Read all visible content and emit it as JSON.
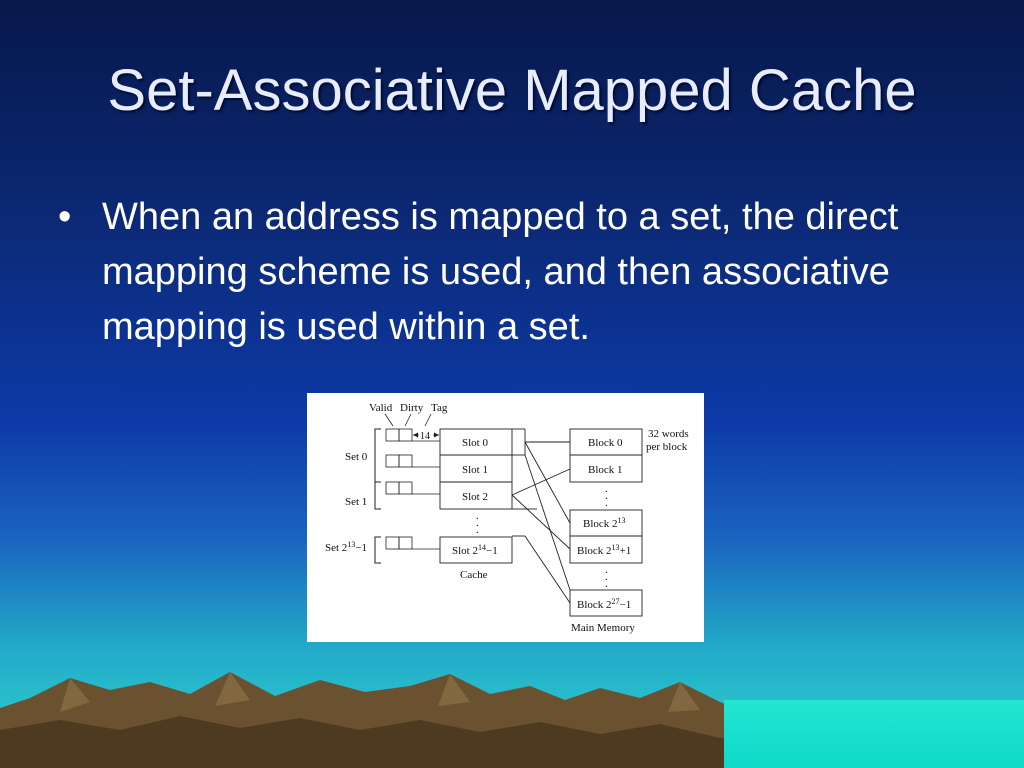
{
  "slide": {
    "title": "Set-Associative Mapped Cache",
    "bullet": "When an address is mapped to a set, the direct mapping scheme is used, and then associative mapping is used within a set."
  },
  "figure": {
    "header_labels": {
      "valid": "Valid",
      "dirty": "Dirty",
      "tag": "Tag"
    },
    "tag_width": "14",
    "sets": [
      {
        "label_base": "Set 0"
      },
      {
        "label_base": "Set 1"
      },
      {
        "label_base": "Set 2",
        "label_exp": "13",
        "label_tail": "−1"
      }
    ],
    "slots": [
      {
        "base": "Slot 0"
      },
      {
        "base": "Slot 1"
      },
      {
        "base": "Slot 2"
      },
      {
        "base": "Slot 2",
        "exp": "14",
        "tail": "−1"
      }
    ],
    "cache_label": "Cache",
    "blocks": [
      {
        "base": "Block 0"
      },
      {
        "base": "Block 1"
      },
      {
        "base": "Block 2",
        "exp": "13",
        "tail": ""
      },
      {
        "base": "Block 2",
        "exp": "13",
        "tail": "+1"
      },
      {
        "base": "Block 2",
        "exp": "27",
        "tail": "−1"
      }
    ],
    "block_note_line1": "32 words",
    "block_note_line2": "per block",
    "memory_label": "Main Memory",
    "ellipsis": "."
  }
}
